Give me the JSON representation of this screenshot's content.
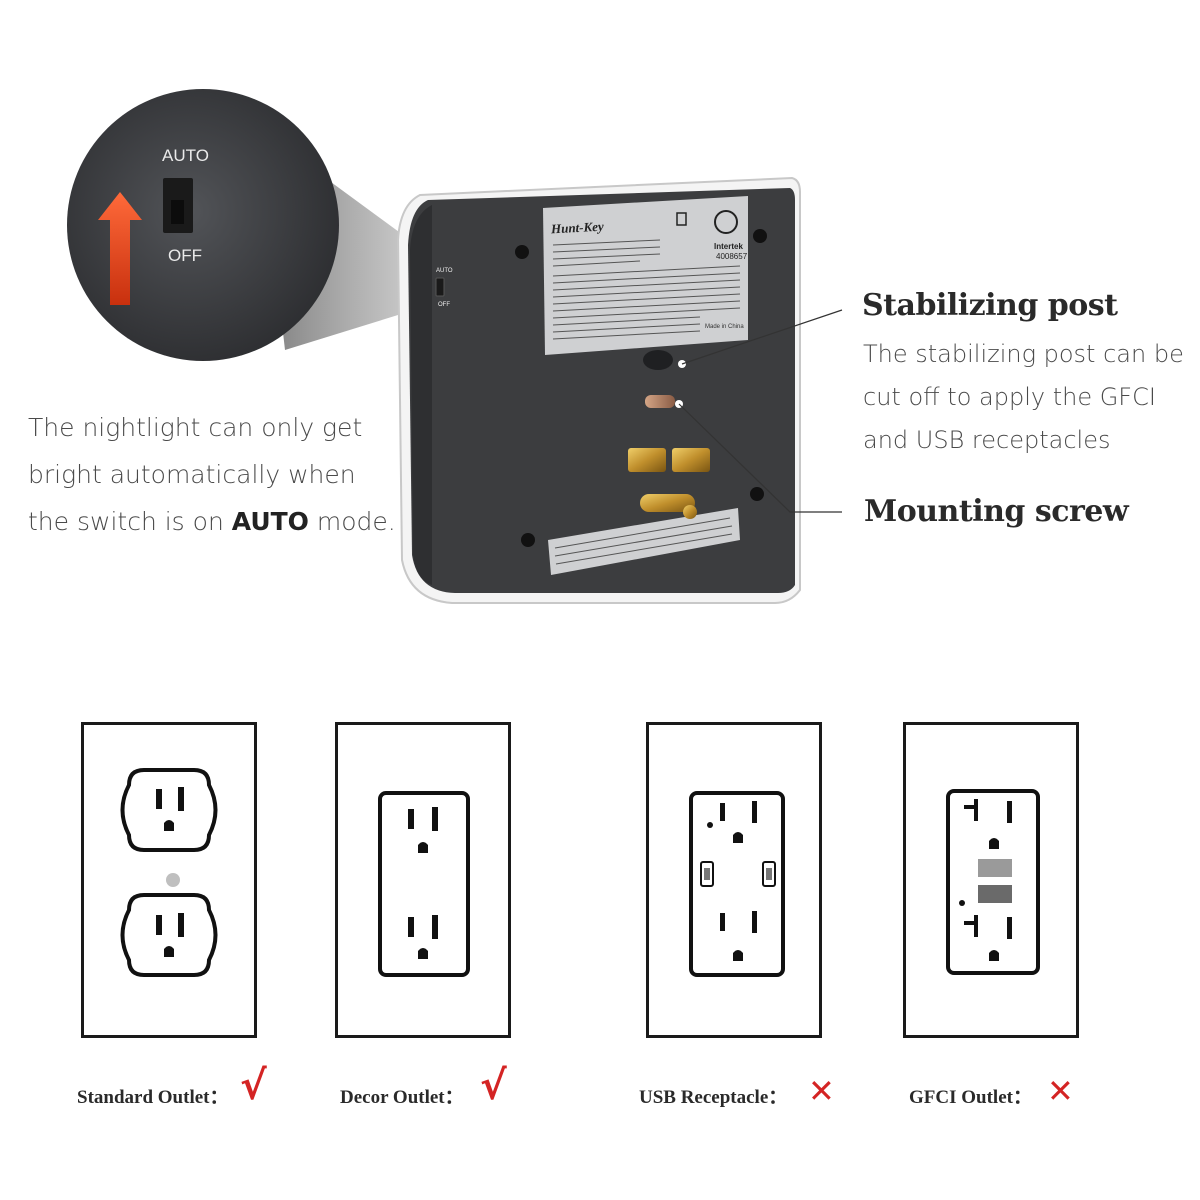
{
  "zoom": {
    "auto_label": "AUTO",
    "off_label": "OFF"
  },
  "device": {
    "brand": "Hunt-Key",
    "tiny_auto": "AUTO",
    "tiny_off": "OFF",
    "made_in": "Made in China",
    "intertek": "Intertek",
    "cert_number": "4008657"
  },
  "nightlight_caption": {
    "line1": "The nightlight can only get",
    "line2": "bright automatically when",
    "line3_prefix": "the switch is on ",
    "line3_bold": "AUTO",
    "line3_suffix": " mode."
  },
  "stabilizing_post": {
    "title": "Stabilizing post",
    "line1": "The stabilizing post can be",
    "line2": "cut off to apply the GFCI",
    "line3": "and USB receptacles"
  },
  "mounting_screw": {
    "title": "Mounting screw"
  },
  "outlets": [
    {
      "label": "Standard Outlet：",
      "mark": "√",
      "compatible": true
    },
    {
      "label": "Decor Outlet：",
      "mark": "√",
      "compatible": true
    },
    {
      "label": "USB Receptacle：",
      "mark": "✕",
      "compatible": false
    },
    {
      "label": "GFCI Outlet：",
      "mark": "✕",
      "compatible": false
    }
  ],
  "colors": {
    "device_body": "#3c3d3f",
    "check_mark": "#d42424",
    "arrow": "#e2401a"
  }
}
